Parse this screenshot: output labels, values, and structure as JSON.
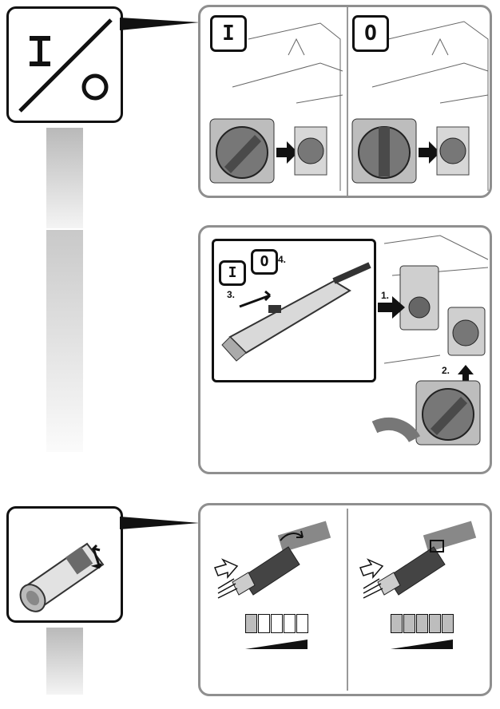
{
  "symbols": {
    "on": "I",
    "off": "O"
  },
  "steps": {
    "s1": "1.",
    "s2": "2.",
    "s3": "3.",
    "s4": "4."
  },
  "suction_levels": {
    "left": {
      "filled": 1,
      "total": 5
    },
    "right": {
      "filled": 5,
      "total": 5
    }
  },
  "colors": {
    "panel_border": "#8f8f8f",
    "ink": "#111111",
    "gray_bar": "#b9b9b9",
    "level_fill": "#bdbdbd"
  }
}
